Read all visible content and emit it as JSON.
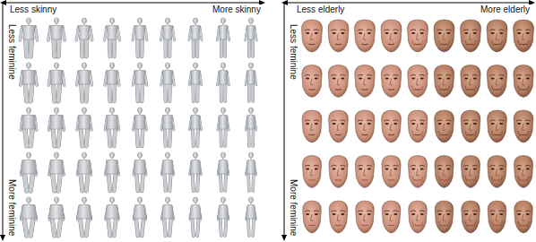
{
  "diagram": {
    "labels": [
      "Less skinny",
      "More skinny",
      "Less feminine",
      "More feminine",
      "Less elderly",
      "More elderly",
      "Less feminine",
      "More feminine"
    ]
  }
}
